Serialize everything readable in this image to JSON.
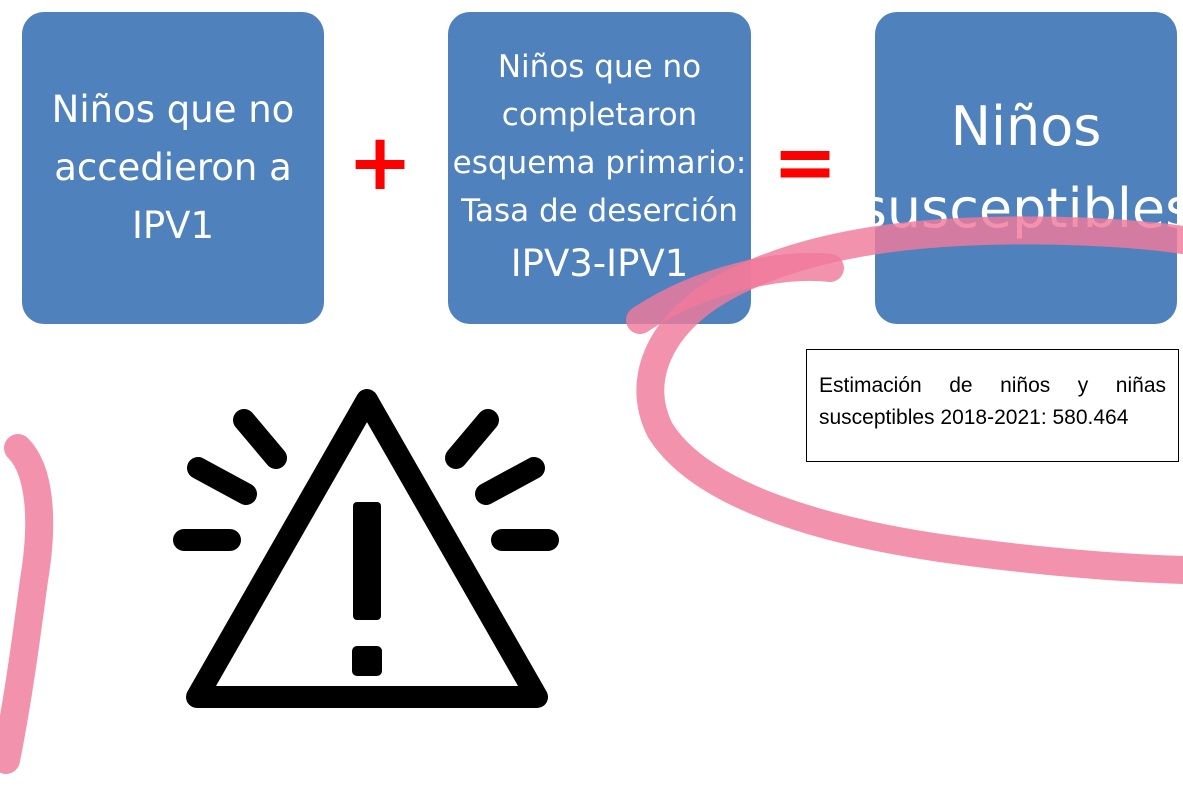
{
  "box1": {
    "lines": [
      "Niños que no",
      "accedieron a",
      "IPV1"
    ]
  },
  "plus_symbol": "+",
  "box2": {
    "lines": [
      "Niños que no",
      "completaron",
      "esquema primario:",
      "Tasa de deserción",
      "IPV3-IPV1"
    ]
  },
  "equals_symbol": "=",
  "box3": {
    "lines": [
      "Niños",
      "susceptibles"
    ]
  },
  "note": {
    "lines": [
      "Estimación de niños y niñas",
      "susceptibles 2018-2021: 580.464"
    ]
  },
  "icons": {
    "warning": "warning-icon",
    "highlight": "pink-highlight-ellipse"
  },
  "colors": {
    "box_fill": "#4f81bd",
    "box_text": "#ffffff",
    "operator": "#ff0000",
    "highlight": "#f07a9b"
  }
}
